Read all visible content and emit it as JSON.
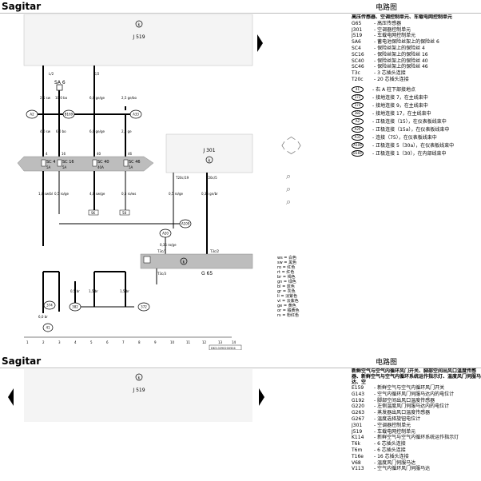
{
  "header_top": {
    "brand": "Sagitar",
    "title": "电路图"
  },
  "header_bottom": {
    "brand": "Sagitar",
    "title": "电路图"
  },
  "diagram1": {
    "j519": "J 519",
    "j301": "J 301",
    "g65": "G 65",
    "ground_k": "k",
    "sa6": "SA 6",
    "sc": [
      "SC 4",
      "SC 16",
      "SC 40",
      "SC 46"
    ],
    "sc_amp": [
      "5A",
      "5A",
      "40A",
      "5A"
    ],
    "wire_top": [
      "2,5 sw",
      "10,0 bo",
      "6,0 ge/ge",
      "2,5 ge/bo"
    ],
    "wire_mid": [
      "4,0 sw",
      "6,0 bo",
      "6,0 ge/ge",
      "2,5 ge"
    ],
    "wire_low": [
      "1,0 sw/bl",
      "0,5 ro/ge",
      "4,0 sw/ge",
      "0,5 ro/ws",
      "0,5 ro/ge",
      "0,35 gn/br"
    ],
    "wire_mid2": [
      "0,35 ro/ge",
      "0,5 br",
      "1,5 br",
      "1,5 br",
      "6,0 br"
    ],
    "circles": [
      "A2",
      "B169",
      "A33",
      "A20",
      "A109",
      "374",
      "382",
      "372",
      "41"
    ],
    "connectors": [
      "T3c/1",
      "T3c/3",
      "T3c/2",
      "T20c/19",
      "T20c/5"
    ],
    "axis": [
      "1",
      "2",
      "3",
      "4",
      "5",
      "6",
      "7",
      "8",
      "9",
      "10",
      "11",
      "12",
      "13",
      "14"
    ],
    "doc_id": "DK3-0290200504",
    "fuse_nums": [
      "4",
      "16",
      "40",
      "46"
    ]
  },
  "legend1": {
    "title": "高压传感器、空调控制单元、车载电网控制单元",
    "items": [
      {
        "code": "G65",
        "text": "高压传感器"
      },
      {
        "code": "J301",
        "text": "空调器控制单元"
      },
      {
        "code": "J519",
        "text": "车载电网控制单元"
      },
      {
        "code": "SA6",
        "text": "蓄电池保险丝架上的保险丝 6"
      },
      {
        "code": "SC4",
        "text": "保险丝架上的保险丝 4"
      },
      {
        "code": "SC16",
        "text": "保险丝架上的保险丝 16"
      },
      {
        "code": "SC40",
        "text": "保险丝架上的保险丝 40"
      },
      {
        "code": "SC46",
        "text": "保险丝架上的保险丝 46"
      },
      {
        "code": "T3c",
        "text": "3 芯插头连接"
      },
      {
        "code": "T20c",
        "text": "20 芯插头连接"
      }
    ],
    "circles": [
      {
        "code": "41",
        "text": "右 A 柱下部接地点"
      },
      {
        "code": "372",
        "text": "接地连接 7，在主线束中"
      },
      {
        "code": "374",
        "text": "接地连接 9，在主线束中"
      },
      {
        "code": "382",
        "text": "接地连接 17，在主线束中"
      },
      {
        "code": "A2",
        "text": "正极连接（15），在仪表板线束中"
      },
      {
        "code": "A20",
        "text": "正极连接（15a），在仪表板线束中"
      },
      {
        "code": "A33",
        "text": "连接（75），在仪表板线束中"
      },
      {
        "code": "A109",
        "text": "正极连接 5（30a），在仪表板线束中"
      },
      {
        "code": "B169",
        "text": "正极连接 1（30），在内部线束中"
      }
    ]
  },
  "color_key": [
    "ws = 白色",
    "sw = 黑色",
    "ro = 红色",
    "rt = 红色",
    "br = 褐色",
    "gn = 绿色",
    "bl = 蓝色",
    "gr = 灰色",
    "li = 淡紫色",
    "vi = 淡紫色",
    "ge = 黄色",
    "or = 橘黄色",
    "rs = 粉红色"
  ],
  "diagram2": {
    "j519": "J 519",
    "ground_k": "k"
  },
  "legend2": {
    "title": "新鲜空气与空气内循环风门开关、脚部空间出风口温度传感器、新鲜空气与空气内循环系统运作指示灯、温度风门伺服马达、空",
    "items": [
      {
        "code": "E159",
        "text": "新鲜空气与空气内循环风门开关"
      },
      {
        "code": "G143",
        "text": "空气内循环风门伺服马达内的电位计"
      },
      {
        "code": "G192",
        "text": "脚部空间出风口温度传感器"
      },
      {
        "code": "G220",
        "text": "左侧温度风门伺服马达内的电位计"
      },
      {
        "code": "G263",
        "text": "蒸发器出风口温度传感器"
      },
      {
        "code": "G267",
        "text": "温度选择旋钮电位计"
      },
      {
        "code": "J301",
        "text": "空调器控制单元"
      },
      {
        "code": "J519",
        "text": "车载电网控制单元"
      },
      {
        "code": "K114",
        "text": "新鲜空气与空气内循环系统运作指示灯"
      },
      {
        "code": "T6k",
        "text": "6 芯插头连接"
      },
      {
        "code": "T6m",
        "text": "6 芯插头连接"
      },
      {
        "code": "T16e",
        "text": "16 芯插头连接"
      },
      {
        "code": "V68",
        "text": "温度风门伺服马达"
      },
      {
        "code": "V113",
        "text": "空气内循环风门伺服马达"
      }
    ]
  }
}
